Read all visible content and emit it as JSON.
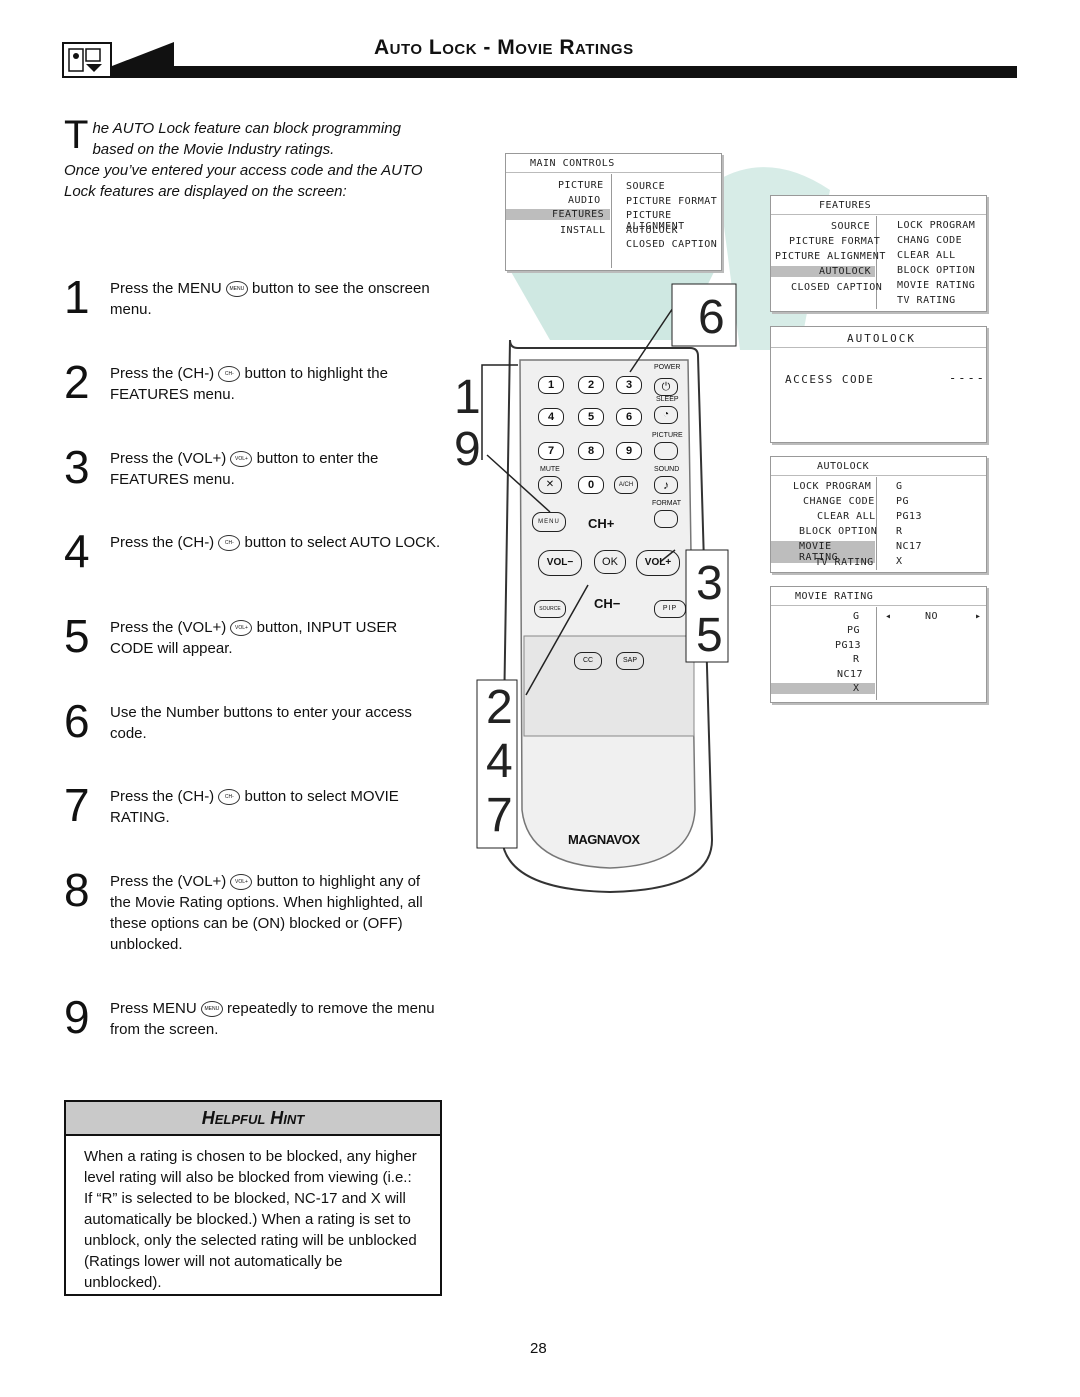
{
  "header": {
    "title": "Auto Lock - Movie Ratings"
  },
  "intro": {
    "dropcap": "T",
    "line1": "he AUTO Lock feature can block programming",
    "line2": "based on the Movie Industry ratings.",
    "line3": "Once you’ve entered your access code and the AUTO Lock features are displayed on the screen:"
  },
  "steps": [
    {
      "num": "1",
      "a": "Press the MENU",
      "icon": "MENU",
      "b": "button to see the onscreen menu."
    },
    {
      "num": "2",
      "a": "Press the (CH-)",
      "icon": "CH-",
      "b": "button to highlight the FEATURES menu."
    },
    {
      "num": "3",
      "a": "Press the (VOL+)",
      "icon": "VOL+",
      "b": "button to enter the FEATURES menu."
    },
    {
      "num": "4",
      "a": "Press the (CH-)",
      "icon": "CH-",
      "b": "button to select AUTO LOCK."
    },
    {
      "num": "5",
      "a": "Press the (VOL+)",
      "icon": "VOL+",
      "b": "button, INPUT USER CODE will appear."
    },
    {
      "num": "6",
      "a": "Use the Number buttons to enter your access code.",
      "icon": "",
      "b": ""
    },
    {
      "num": "7",
      "a": "Press the (CH-)",
      "icon": "CH-",
      "b": "button to select MOVIE RATING."
    },
    {
      "num": "8",
      "a": "Press the (VOL+)",
      "icon": "VOL+",
      "b": "button to highlight any of the Movie Rating options. When highlighted, all these options can be (ON) blocked or (OFF) unblocked."
    },
    {
      "num": "9",
      "a": "Press MENU",
      "icon": "MENU",
      "b": "repeatedly to remove the menu from the screen."
    }
  ],
  "hint": {
    "title": "Helpful Hint",
    "body": "When a rating is chosen to be blocked, any higher level rating will also be blocked from viewing (i.e.: If “R” is selected to be blocked, NC-17 and X will automatically be blocked.) When a rating is set to unblock, only the selected rating will be unblocked (Ratings lower will not automatically be unblocked)."
  },
  "page_number": "28",
  "osd_main": {
    "title": "MAIN CONTROLS",
    "left": [
      "PICTURE",
      "AUDIO",
      "FEATURES",
      "INSTALL"
    ],
    "right": [
      "SOURCE",
      "PICTURE FORMAT",
      "PICTURE ALIGNMENT",
      "AUTOLOCK",
      "CLOSED CAPTION"
    ]
  },
  "osd_features": {
    "title": "FEATURES",
    "left": [
      "SOURCE",
      "PICTURE FORMAT",
      "PICTURE ALIGNMENT",
      "AUTOLOCK",
      "CLOSED CAPTION"
    ],
    "right": [
      "LOCK PROGRAM",
      "CHANG CODE",
      "CLEAR ALL",
      "BLOCK OPTION",
      "MOVIE RATING",
      "TV RATING"
    ]
  },
  "osd_access": {
    "title": "AUTOLOCK",
    "label": "ACCESS CODE",
    "value": "----"
  },
  "osd_autolock": {
    "title": "AUTOLOCK",
    "left": [
      "LOCK PROGRAM",
      "CHANGE CODE",
      "CLEAR ALL",
      "BLOCK OPTION",
      "MOVIE RATING",
      "TV RATING"
    ],
    "right": [
      "G",
      "PG",
      "PG13",
      "R",
      "NC17",
      "X"
    ]
  },
  "osd_movie": {
    "title": "MOVIE RATING",
    "left": [
      "G",
      "PG",
      "PG13",
      "R",
      "NC17",
      "X"
    ],
    "value": "NO"
  },
  "remote": {
    "brand": "MAGNAVOX",
    "power": "POWER",
    "sleep": "SLEEP",
    "picture": "PICTURE",
    "mute": "MUTE",
    "sound": "SOUND",
    "format": "FORMAT",
    "menu": "MENU",
    "chplus": "CH+",
    "chminus": "CH−",
    "volminus": "VOL−",
    "volplus": "VOL+",
    "ok": "OK",
    "source": "SOURCE",
    "pip": "PIP",
    "cc": "CC",
    "sap": "SAP",
    "ach": "A/CH",
    "keys": [
      "1",
      "2",
      "3",
      "4",
      "5",
      "6",
      "7",
      "8",
      "9",
      "0"
    ]
  },
  "callouts": [
    "1",
    "9",
    "6",
    "3",
    "5",
    "2",
    "4",
    "7"
  ]
}
